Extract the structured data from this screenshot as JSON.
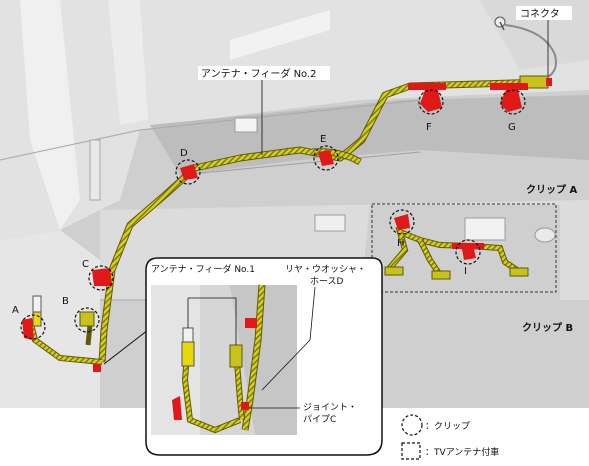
{
  "labels": {
    "connector": "コネクタ",
    "antenna_feeder_no2": "アンテナ・フィーダ No.2",
    "antenna_feeder_no1": "アンテナ・フィーダ No.1",
    "rear_washer_hose_d_line1": "リヤ・ウオッシャ・",
    "rear_washer_hose_d_line2": "ホースD",
    "joint_pipe_c_line1": "ジョイント・",
    "joint_pipe_c_line2": "パイプC",
    "clip_a": "クリップ A",
    "clip_b": "クリップ B"
  },
  "clip_letters": {
    "a": "A",
    "b": "B",
    "c": "C",
    "d": "D",
    "e": "E",
    "f": "F",
    "g": "G",
    "h": "H",
    "i": "I"
  },
  "legend": {
    "clip": "：クリップ",
    "tv_antenna": "：TVアンテナ付車"
  },
  "colors": {
    "harness": "#c9c21a",
    "harness_dark": "#6f6a0a",
    "clip_red": "#e01818",
    "body_gray": "#d4d4d4",
    "body_light": "#ebebeb"
  }
}
